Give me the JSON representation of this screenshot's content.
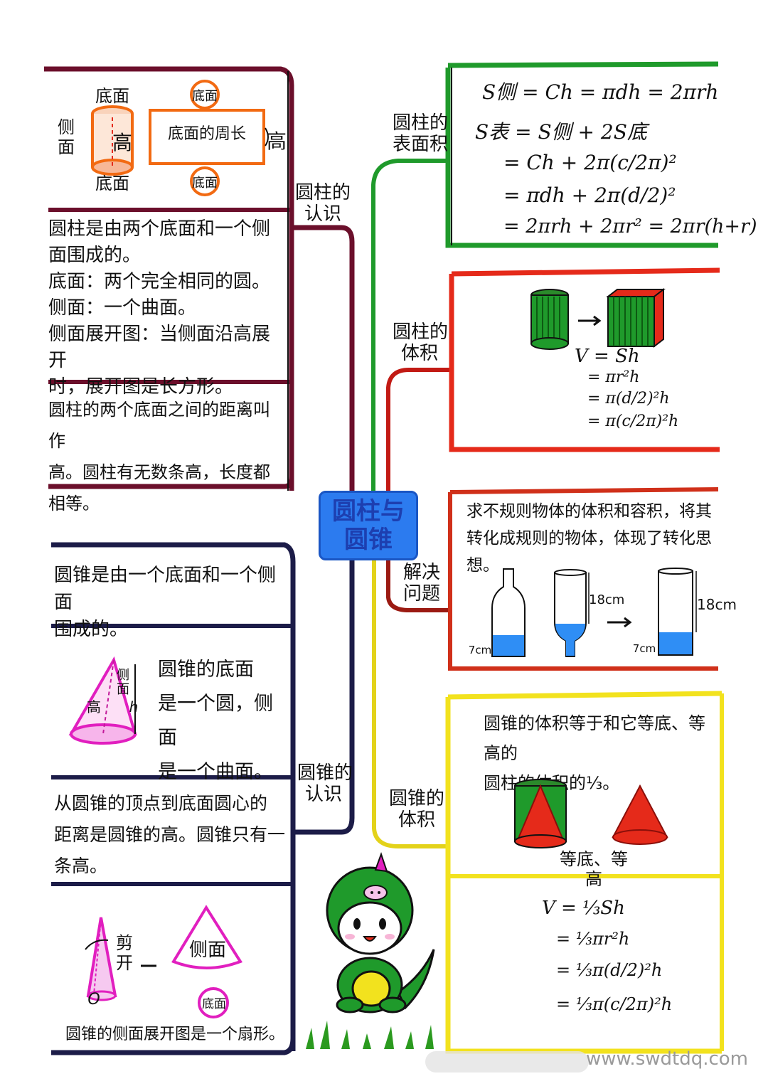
{
  "colors": {
    "dark_red": "#6b0f2b",
    "navy": "#1c1c48",
    "green": "#1f9a2b",
    "red": "#e52a1a",
    "yellow": "#f2e21e",
    "blue": "#2c7bef",
    "pink": "#e11fbf",
    "orange": "#f26a12",
    "water": "#2f8ef5"
  },
  "center": {
    "title": "圆柱与\n圆锥"
  },
  "cylinder_recognition": {
    "branch_label": "圆柱的\n认识",
    "diagram": {
      "top_label": "底面",
      "side_label": "侧\n面",
      "height_label": "高",
      "bottom_label": "底面",
      "unfold_top": "底面",
      "unfold_middle": "底面的周长",
      "unfold_height": "高",
      "unfold_bottom": "底面"
    },
    "definition": "圆柱是由两个底面和一个侧\n面围成的。\n底面：两个完全相同的圆。\n侧面：一个曲面。\n侧面展开图：当侧面沿高展开\n时，展开图是长方形。",
    "height_text": "圆柱的两个底面之间的距离叫作\n高。圆柱有无数条高，长度都相等。"
  },
  "cone_recognition": {
    "branch_label": "圆锥的\n认识",
    "definition": "圆锥是由一个底面和一个侧面\n围成的。",
    "diagram": {
      "side_label": "侧\n面",
      "height_label": "高",
      "h_letter": "h"
    },
    "base_text": "圆锥的底面\n是一个圆，侧面\n是一个曲面。",
    "height_text": "从圆锥的顶点到底面圆心的\n距离是圆锥的高。圆锥只有一\n条高。",
    "unfold": {
      "cut_label": "剪开",
      "o_label": "O",
      "side_label": "侧面",
      "bottom_label": "底面"
    },
    "unfold_text": "圆锥的侧面展开图是一个扇形。"
  },
  "cylinder_surface": {
    "branch_label": "圆柱的\n表面积",
    "formulas": [
      "S侧 = Ch = πdh = 2πrh",
      "S表 = S侧 + 2S底",
      "= Ch + 2π(c/2π)²",
      "= πdh + 2π(d/2)²",
      "= 2πrh + 2πr² = 2πr(h+r)"
    ]
  },
  "cylinder_volume": {
    "branch_label": "圆柱的\n体积",
    "formulas": [
      "V = Sh",
      "= πr²h",
      "= π(d/2)²h",
      "= π(c/2π)²h"
    ]
  },
  "problem_solving": {
    "branch_label": "解决\n问题",
    "text": "求不规则物体的体积和容积，将其\n转化成规则的物体，体现了转化思想。",
    "labels": {
      "h1": "7cm",
      "h2": "18cm",
      "h3": "7cm",
      "h4": "18cm"
    }
  },
  "cone_volume": {
    "branch_label": "圆锥的\n体积",
    "text": "圆锥的体积等于和它等底、等高的\n圆柱的体积的⅓。",
    "caption": "等底、等高",
    "formulas": [
      "V = ⅓Sh",
      "= ⅓πr²h",
      "= ⅓π(d/2)²h",
      "= ⅓π(c/2π)²h"
    ]
  },
  "watermark": "www.swdtdq.com"
}
